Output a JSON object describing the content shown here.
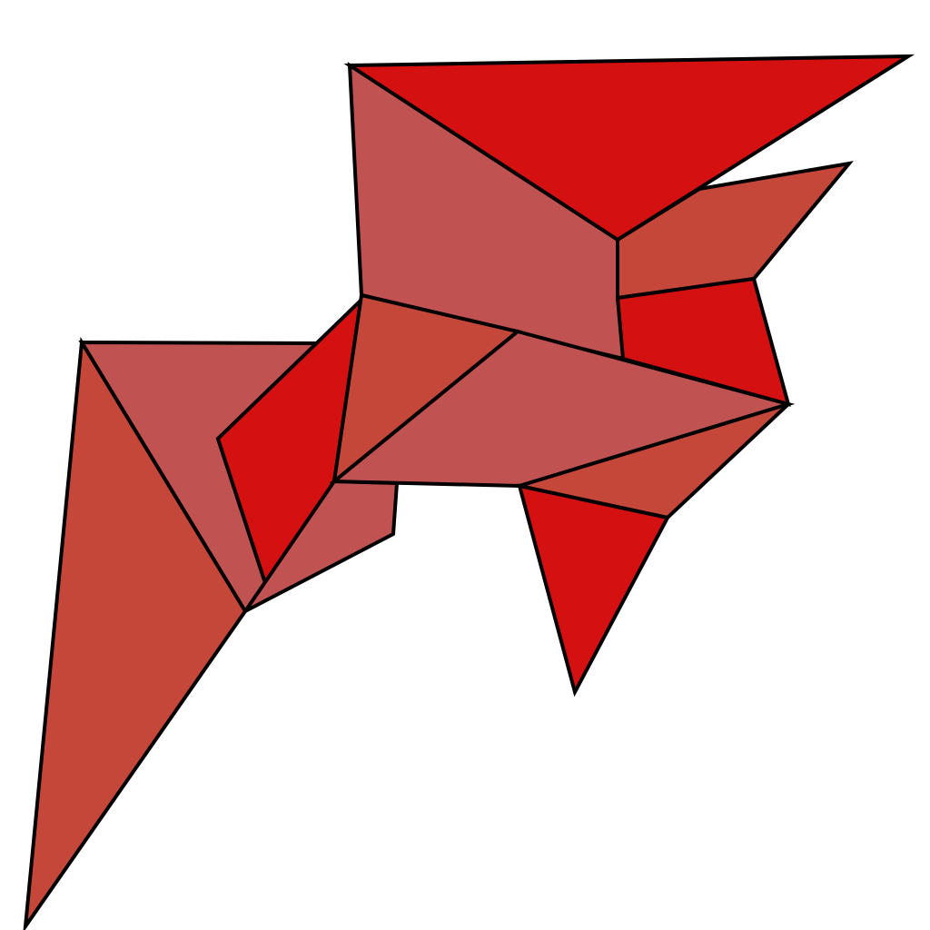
{
  "colors": {
    "background": "#ffffff",
    "outline": "#000000",
    "bright-red": "#d51010",
    "muted-rose": "#c05252",
    "brick-red": "#c5473a"
  },
  "pieces": [
    {
      "name": "top-right-large-triangle",
      "fill": "bright-red"
    },
    {
      "name": "upper-center-quad",
      "fill": "muted-rose"
    },
    {
      "name": "right-upper-wing",
      "fill": "brick-red"
    },
    {
      "name": "right-middle-quad",
      "fill": "bright-red"
    },
    {
      "name": "left-upper-triangle",
      "fill": "muted-rose"
    },
    {
      "name": "left-lower-spike",
      "fill": "brick-red"
    },
    {
      "name": "left-red-quad",
      "fill": "bright-red"
    },
    {
      "name": "lower-left-quad",
      "fill": "muted-rose"
    },
    {
      "name": "center-brick-quad",
      "fill": "brick-red"
    },
    {
      "name": "center-long-quad",
      "fill": "muted-rose"
    },
    {
      "name": "right-lower-quad",
      "fill": "brick-red"
    },
    {
      "name": "bottom-spike-triangle",
      "fill": "bright-red"
    }
  ]
}
